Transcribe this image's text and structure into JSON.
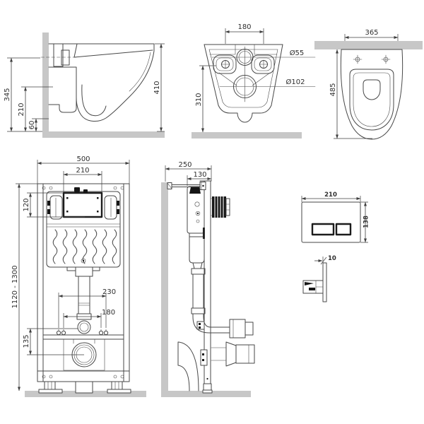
{
  "drawing": {
    "background": "#ffffff",
    "line_color": "#474747",
    "masonry_color": "#c7c7c7",
    "accent_black": "#161616",
    "views": {
      "toilet_side_view": {
        "title": "wall-hung toilet side view",
        "dims": {
          "mounting_height": "345",
          "bowl_underside_height": "210",
          "bottom_clearance": "60",
          "overall_height": "410"
        }
      },
      "toilet_rear_view": {
        "title": "toilet rear connections view",
        "dims": {
          "fixing_bolt_spacing": "180",
          "inlet_diameter": "Ø55",
          "outlet_diameter": "Ø102",
          "connection_height": "310"
        }
      },
      "toilet_top_view": {
        "title": "toilet top view",
        "dims": {
          "bowl_width": "365",
          "bowl_depth": "485"
        }
      },
      "frame_front_view": {
        "title": "installation frame front view",
        "dims": {
          "frame_width": "500",
          "inspection_window_width": "210",
          "inspection_window_height": "120",
          "frame_height_range": "1120 - 1300",
          "outer_bolt_spacing": "230",
          "inner_bolt_spacing": "180",
          "outlet_drop": "135"
        }
      },
      "frame_side_view": {
        "title": "installation frame side view",
        "dims": {
          "overall_depth": "250",
          "frame_depth": "130"
        }
      },
      "flush_plate_front_view": {
        "title": "flush plate front view",
        "dims": {
          "plate_width": "210",
          "plate_height": "138"
        }
      },
      "flush_plate_side_view": {
        "title": "flush plate side view",
        "dims": {
          "plate_thickness": "10"
        }
      }
    }
  }
}
